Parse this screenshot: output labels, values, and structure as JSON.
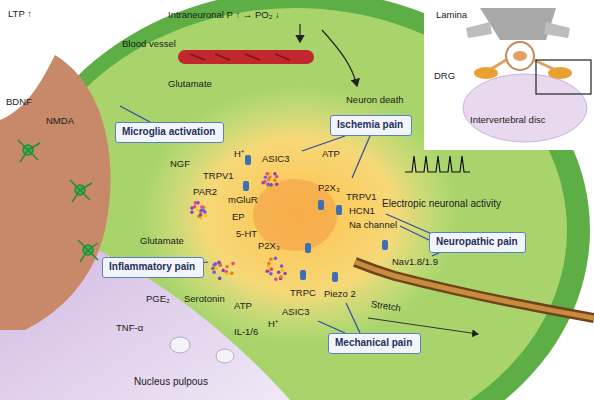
{
  "diagram": {
    "nodes": [
      {
        "text": [
          "Microglia activation"
        ]
      },
      {
        "text": [
          "Ischemia pain"
        ]
      },
      {
        "text": [
          "Neuropathic pain"
        ]
      },
      {
        "text": [
          "Inflammatory pain"
        ]
      },
      {
        "text": [
          "Mechanical pain"
        ]
      }
    ],
    "labels": [
      "LTP ↑",
      "Intraneuronal P ↑ → PO₂ ↓",
      "Blood vessel",
      "Glutamate",
      "Neuron death",
      "Lamina",
      "DRG",
      "Intervertebral disc",
      "BDNF",
      "NMDA",
      "H⁺",
      "ASIC3",
      "ATP",
      "NGF",
      "TRPV1",
      "PAR2",
      "mGluR",
      "P2X₃",
      "TRPV1",
      "HCN1",
      "Electropic neuronal activity",
      "Na channel",
      "EP",
      "5-HT",
      "P2X₃",
      "Glutamate",
      "Nav1.8/1.9",
      "PGE₂",
      "Serotonin",
      "ATP",
      "TRPC",
      "Piezo 2",
      "ASIC3",
      "H⁺",
      "Stretch",
      "TNF-α",
      "IL-1/6",
      "Nucleus pulpous"
    ]
  }
}
